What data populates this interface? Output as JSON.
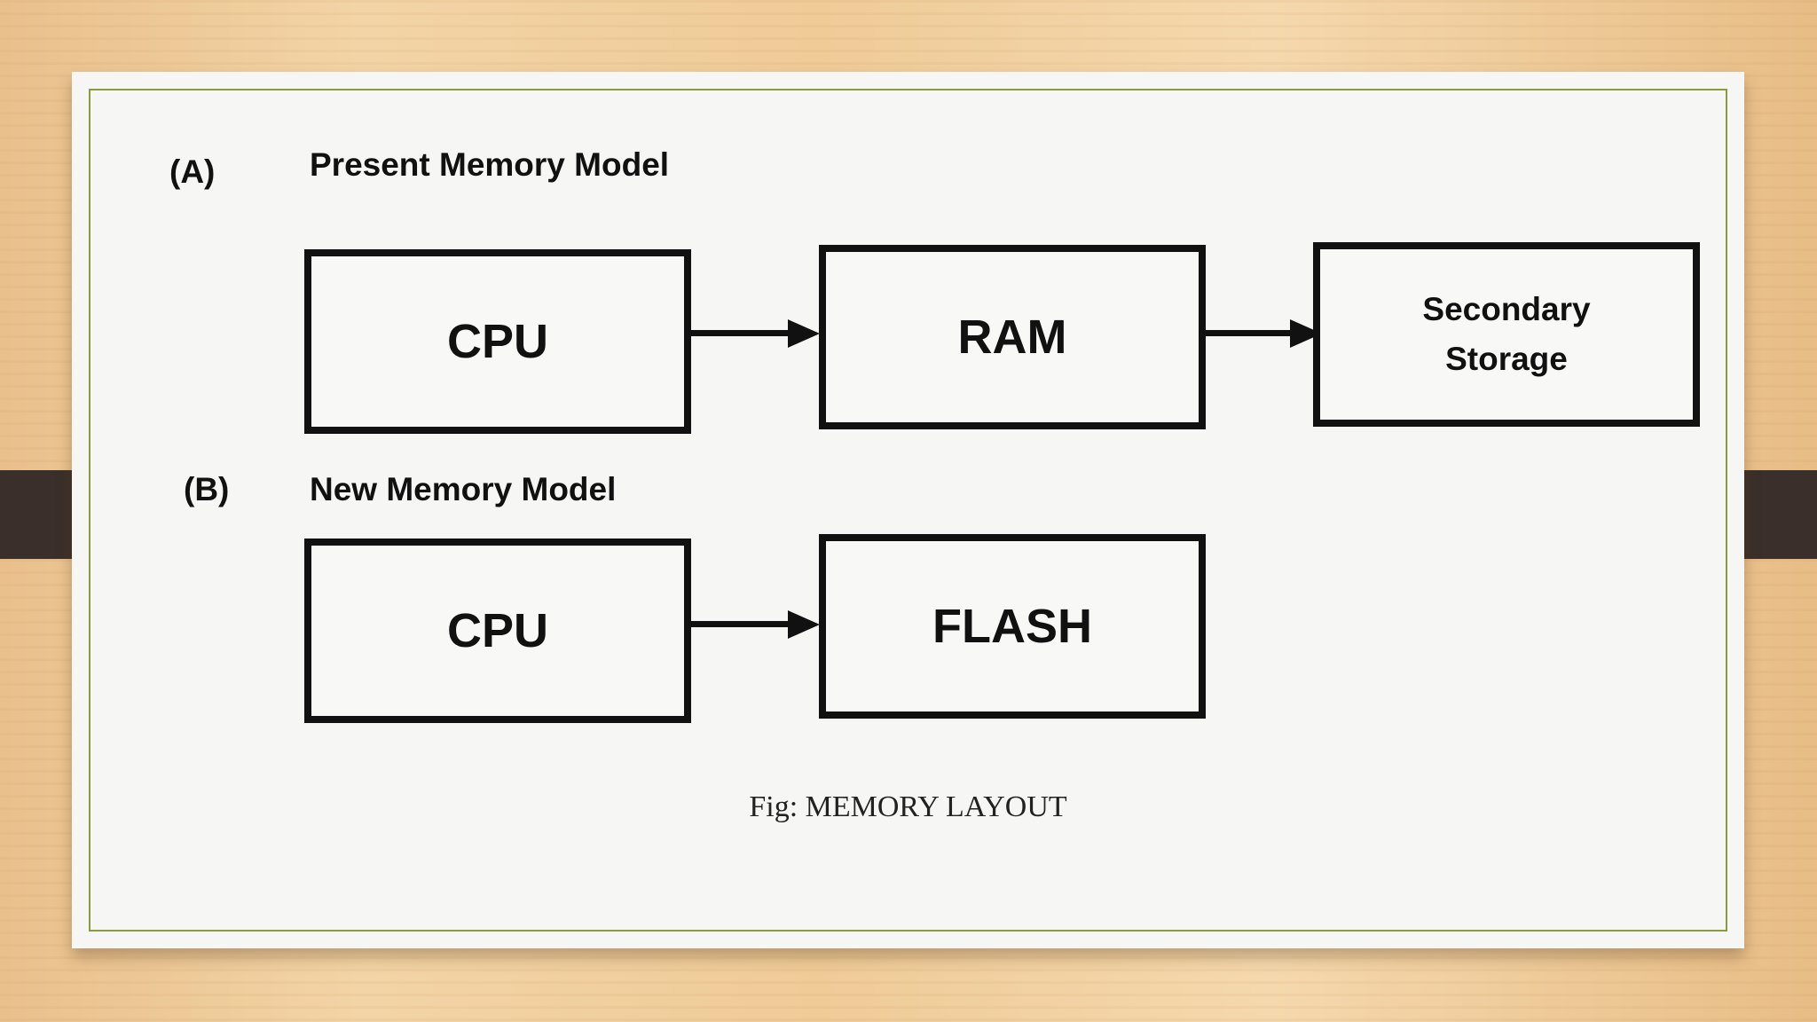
{
  "section_a": {
    "tag": "(A)",
    "title": "Present Memory Model",
    "boxes": [
      "CPU",
      "RAM",
      "Secondary Storage"
    ]
  },
  "section_b": {
    "tag": "(B)",
    "title": "New Memory Model",
    "boxes": [
      "CPU",
      "FLASH"
    ]
  },
  "caption": "Fig: MEMORY LAYOUT",
  "colors": {
    "frame": "#8a9a3c",
    "paper": "#f6f6f5",
    "ink": "#111111",
    "clip": "#3a2f2a"
  }
}
